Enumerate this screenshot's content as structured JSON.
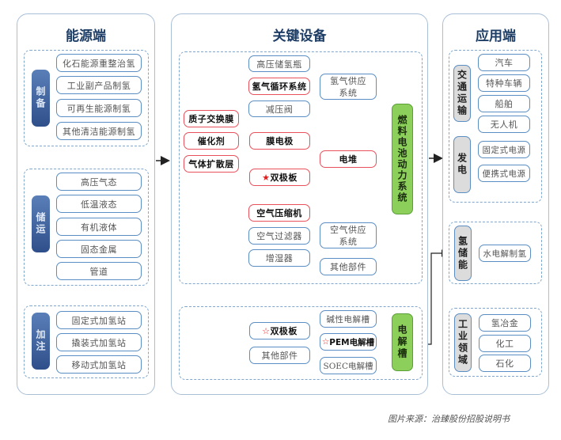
{
  "energy": {
    "title": "能源端",
    "production": {
      "label": "制备",
      "items": [
        "化石能源重整治氢",
        "工业副产品制氢",
        "可再生能源制氢",
        "其他清洁能源制氢"
      ]
    },
    "storage": {
      "label": "储运",
      "items": [
        "高压气态",
        "低温液态",
        "有机液体",
        "固态金属",
        "管道"
      ]
    },
    "refueling": {
      "label": "加注",
      "items": [
        "固定式加氢站",
        "撬装式加氢站",
        "移动式加氢站"
      ]
    }
  },
  "equipment": {
    "title": "关键设备",
    "fuel_cell": {
      "membrane_parts": [
        "质子交换膜",
        "催化剂",
        "气体扩散层"
      ],
      "membrane_electrode": "膜电极",
      "bipolar_plate": "双极板",
      "stack": "电堆",
      "hydrogen_parts": [
        "高压储氢瓶",
        "氢气循环系统",
        "减压阀"
      ],
      "hydrogen_supply": "氢气供应系统",
      "air_parts": [
        "空气压缩机",
        "空气过滤器",
        "增湿器"
      ],
      "air_supply": "空气供应系统",
      "other_parts": "其他部件",
      "system": "燃料电池动力系统"
    },
    "electrolyzer": {
      "parts": [
        "双极板",
        "其他部件"
      ],
      "types": [
        "碱性电解槽",
        "PEM电解槽",
        "SOEC电解槽"
      ],
      "label": "电解槽"
    }
  },
  "application": {
    "title": "应用端",
    "transport": {
      "label": "交通运输",
      "items": [
        "汽车",
        "特种车辆",
        "船舶",
        "无人机"
      ]
    },
    "power": {
      "label": "发电",
      "items": [
        "固定式电源",
        "便携式电源"
      ]
    },
    "storage": {
      "label": "氢储能",
      "items": [
        "水电解制氢"
      ]
    },
    "industry": {
      "label": "工业领域",
      "items": [
        "氢冶金",
        "化工",
        "石化"
      ]
    }
  },
  "icons": {
    "star_filled": "★",
    "star_outline": "☆"
  },
  "caption": "图片来源：治臻股份招股说明书"
}
